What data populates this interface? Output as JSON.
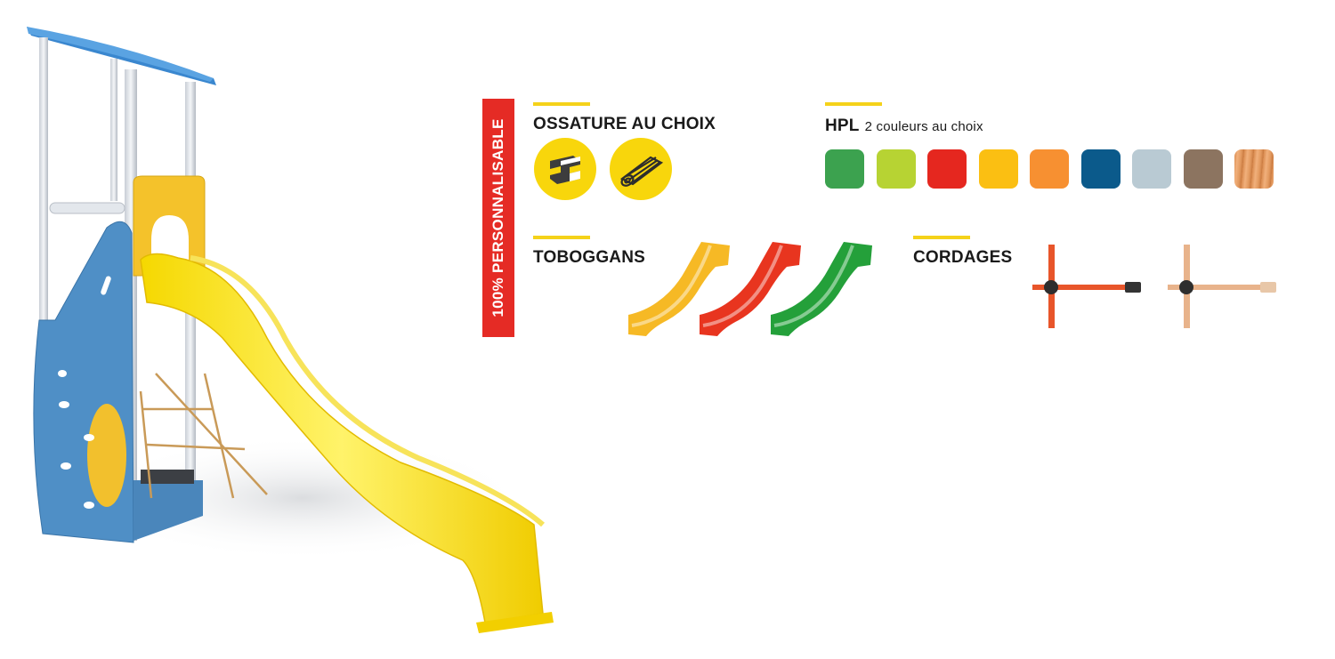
{
  "banner": {
    "text": "100% PERSONNALISABLE"
  },
  "frame": {
    "title": "OSSATURE AU CHOIX",
    "options": [
      {
        "icon": "steel-beam-icon"
      },
      {
        "icon": "wood-log-icon"
      }
    ]
  },
  "hpl": {
    "title": "HPL",
    "subtitle": "2 couleurs au choix",
    "colors": [
      "#3ca24f",
      "#b7d333",
      "#e5271f",
      "#fbbf12",
      "#f79031",
      "#0b5a8b",
      "#b9cad3",
      "#8c7460",
      "wood"
    ]
  },
  "slides": {
    "title": "TOBOGGANS",
    "colors": [
      "#f6b925",
      "#e8351f",
      "#24a03a"
    ]
  },
  "ropes": {
    "title": "CORDAGES",
    "options": [
      {
        "color": "#e8552a"
      },
      {
        "color": "#e8b38b"
      }
    ]
  },
  "product": {
    "icon": "playground-tower-slide-icon"
  }
}
